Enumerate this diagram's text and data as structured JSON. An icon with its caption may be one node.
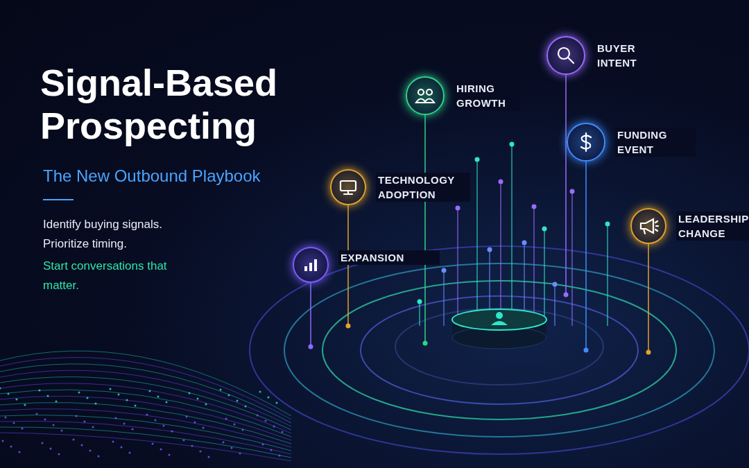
{
  "diagram": {
    "title": "Signal-Based Prospecting",
    "nodes": [
      {
        "text": [
          "EXPANSION"
        ]
      },
      {
        "text": [
          "TECHNOLOGY ADOPTION"
        ]
      },
      {
        "text": [
          "HIRING GROWTH"
        ]
      },
      {
        "text": [
          "BUYER INTENT"
        ]
      },
      {
        "text": [
          "FUNDING EVENT"
        ]
      },
      {
        "text": [
          "LEADERSHIP CHANGE"
        ]
      },
      {
        "text": [],
        "shape": "circle"
      }
    ],
    "edges": [
      {
        "from": 0,
        "to": null,
        "arrow": "other",
        "color": "#8f6bff"
      },
      {
        "from": 1,
        "to": null,
        "arrow": "other",
        "color": "#e0a32a"
      },
      {
        "from": 2,
        "to": null,
        "arrow": "other",
        "color": "#2fd38a"
      },
      {
        "from": 3,
        "to": null,
        "arrow": "other",
        "color": "#9b6bff"
      },
      {
        "from": 4,
        "to": null,
        "arrow": "other",
        "color": "#3f8cff"
      },
      {
        "from": 5,
        "to": null,
        "arrow": "other",
        "color": "#e0a32a"
      }
    ],
    "labels": [
      "The New Outbound Playbook",
      "Identify buying signals.",
      "Prioritize timing.",
      "Start conversations that matter."
    ]
  }
}
